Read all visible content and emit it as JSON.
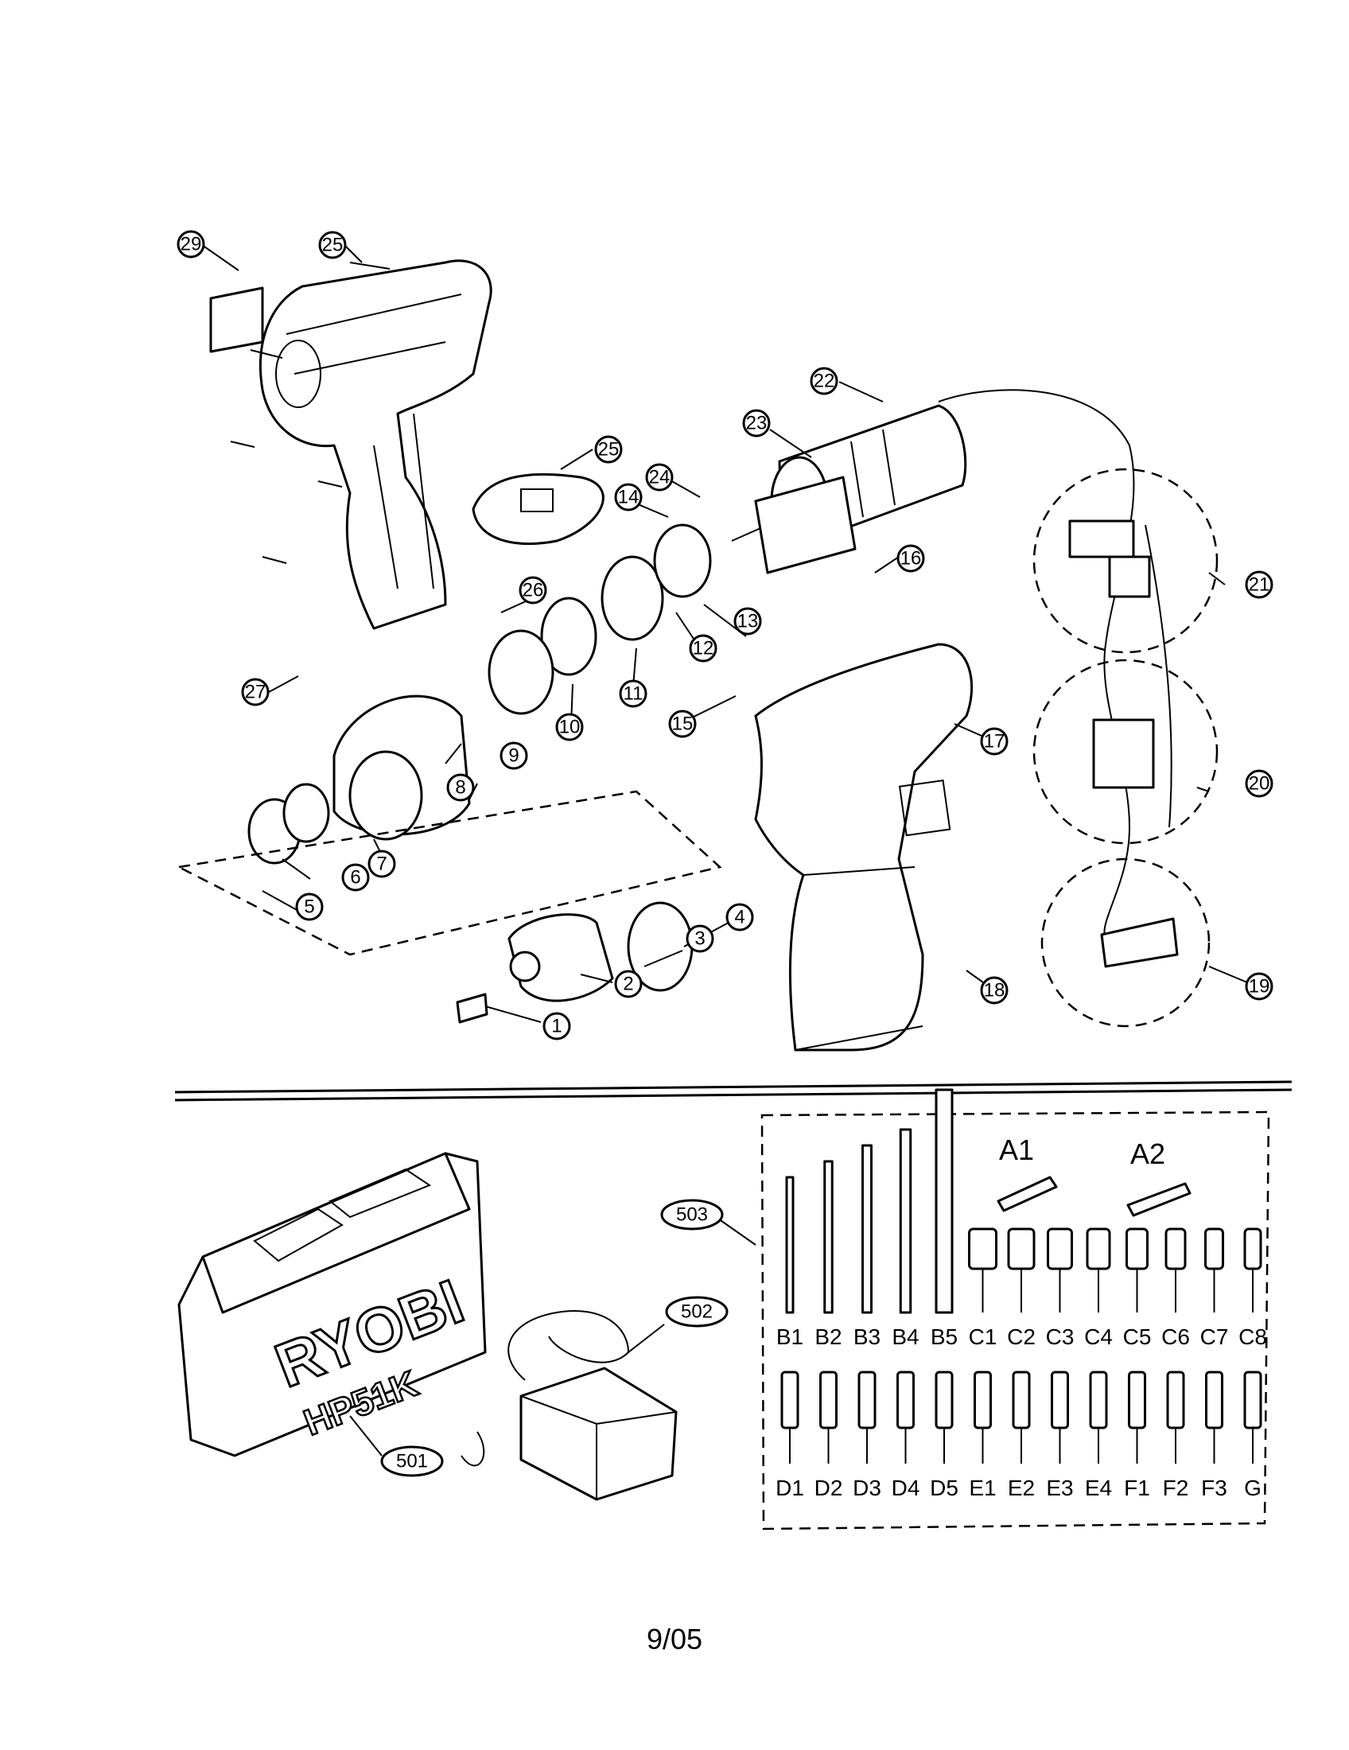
{
  "callouts_upper": [
    "1",
    "2",
    "3",
    "4",
    "5",
    "6",
    "7",
    "8",
    "9",
    "10",
    "11",
    "12",
    "13",
    "14",
    "15",
    "16",
    "17",
    "18",
    "19",
    "20",
    "21",
    "22",
    "23",
    "24",
    "25",
    "25",
    "26",
    "27",
    "29"
  ],
  "callouts_lower": [
    "501",
    "502",
    "503"
  ],
  "bit_set": {
    "kit_labels": [
      "A1",
      "A2"
    ],
    "row1": [
      "B1",
      "B2",
      "B3",
      "B4",
      "B5",
      "C1",
      "C2",
      "C3",
      "C4",
      "C5",
      "C6",
      "C7",
      "C8"
    ],
    "row2": [
      "D1",
      "D2",
      "D3",
      "D4",
      "D5",
      "E1",
      "E2",
      "E3",
      "E4",
      "F1",
      "F2",
      "F3",
      "G"
    ]
  },
  "case": {
    "brand": "RYOBI",
    "model": "HP51K"
  },
  "footer": {
    "date_code": "9/05"
  }
}
